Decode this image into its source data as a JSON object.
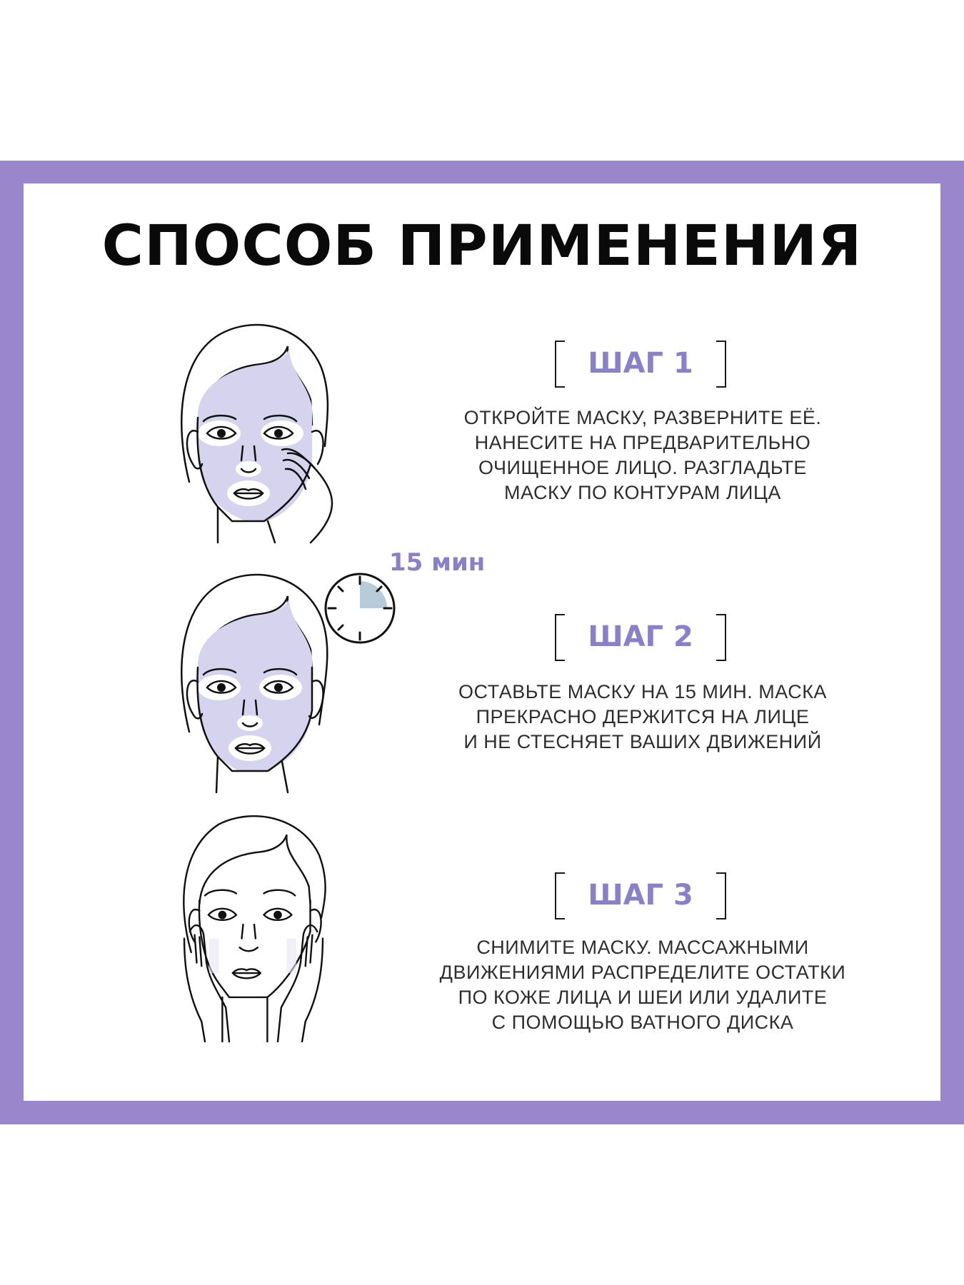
{
  "title": "СПОСОБ ПРИМЕНЕНИЯ",
  "colors": {
    "frame": "#9a86cb",
    "accent": "#8a80c9",
    "mask": "#d6d3ee",
    "text": "#2e2e2e",
    "timer_fill": "#b8cbd9"
  },
  "timer": {
    "label": "15 мин",
    "icon": "stopwatch-icon"
  },
  "steps": [
    {
      "label": "ШАГ 1",
      "icon": "face-applying-mask-icon",
      "lines": [
        "ОТКРОЙТЕ МАСКУ, РАЗВЕРНИТЕ ЕЁ.",
        "НАНЕСИТЕ НА ПРЕДВАРИТЕЛЬНО",
        "ОЧИЩЕННОЕ ЛИЦО. РАЗГЛАДЬТЕ",
        "МАСКУ ПО КОНТУРАМ ЛИЦА"
      ]
    },
    {
      "label": "ШАГ 2",
      "icon": "face-wearing-mask-icon",
      "lines": [
        "ОСТАВЬТЕ МАСКУ НА 15 МИН. МАСКА",
        "ПРЕКРАСНО ДЕРЖИТСЯ НА ЛИЦЕ",
        "И НЕ СТЕСНЯЕТ ВАШИХ ДВИЖЕНИЙ"
      ]
    },
    {
      "label": "ШАГ 3",
      "icon": "face-massaging-icon",
      "lines": [
        "СНИМИТЕ МАСКУ. МАССАЖНЫМИ",
        "ДВИЖЕНИЯМИ РАСПРЕДЕЛИТЕ ОСТАТКИ",
        "ПО КОЖЕ ЛИЦА И ШЕИ ИЛИ УДАЛИТЕ",
        "С ПОМОЩЬЮ ВАТНОГО ДИСКА"
      ]
    }
  ]
}
